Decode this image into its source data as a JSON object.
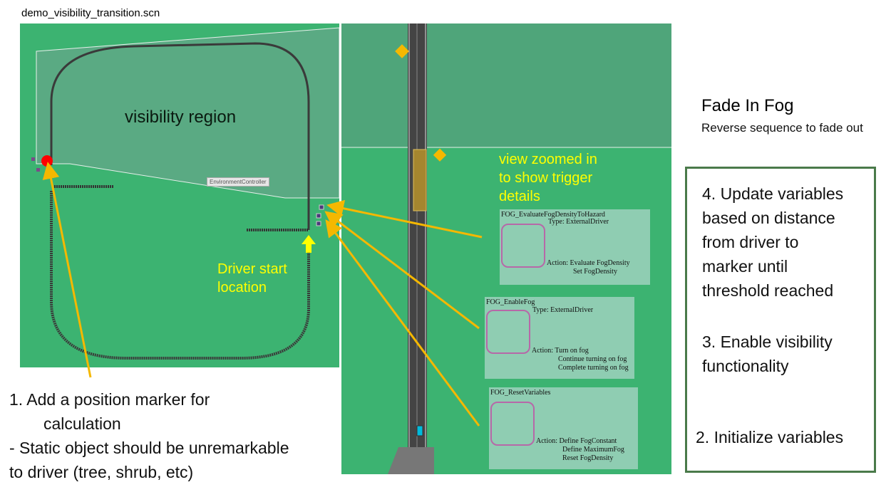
{
  "file_title": "demo_visibility_transition.scn",
  "left_view": {
    "region_label": "visibility region",
    "environment_controller": "EnvironmentController",
    "driver_start": [
      "Driver start",
      "location"
    ]
  },
  "right_view": {
    "zoom_note": [
      "view zoomed in",
      "to show trigger",
      "details"
    ],
    "triggers": [
      {
        "name": "FOG_EvaluateFogDensityToHazard",
        "type": "Type: ExternalDriver",
        "actions": [
          "Action: Evaluate FogDensity",
          "Set FogDensity"
        ]
      },
      {
        "name": "FOG_EnableFog",
        "type": "Type: ExternalDriver",
        "actions": [
          "Action: Turn on fog",
          "Continue turning on fog",
          "Complete turning on fog"
        ]
      },
      {
        "name": "FOG_ResetVariables",
        "type": "",
        "actions": [
          "Action: Define FogConstant",
          "Define MaximumFog",
          "Reset FogDensity"
        ]
      }
    ]
  },
  "fade": {
    "title": "Fade In Fog",
    "subtitle": "Reverse sequence to fade out"
  },
  "steps": {
    "step4": [
      "4. Update variables",
      "based on distance",
      "from driver to",
      "marker until",
      "threshold reached"
    ],
    "step3": [
      "3. Enable visibility",
      "functionality"
    ],
    "step2": "2. Initialize variables"
  },
  "bottom_note": {
    "item1_line1": "1.    Add a position marker for",
    "item1_line2": "calculation",
    "detail_line1": "- Static object should be unremarkable",
    "detail_line2": "to driver (tree, shrub, etc)"
  },
  "colors": {
    "grass": "#3cb371",
    "arrow": "#f5b800",
    "marker": "#ff0000",
    "trigger_box": "#8fcdb2",
    "steps_border": "#4a7a4a"
  }
}
